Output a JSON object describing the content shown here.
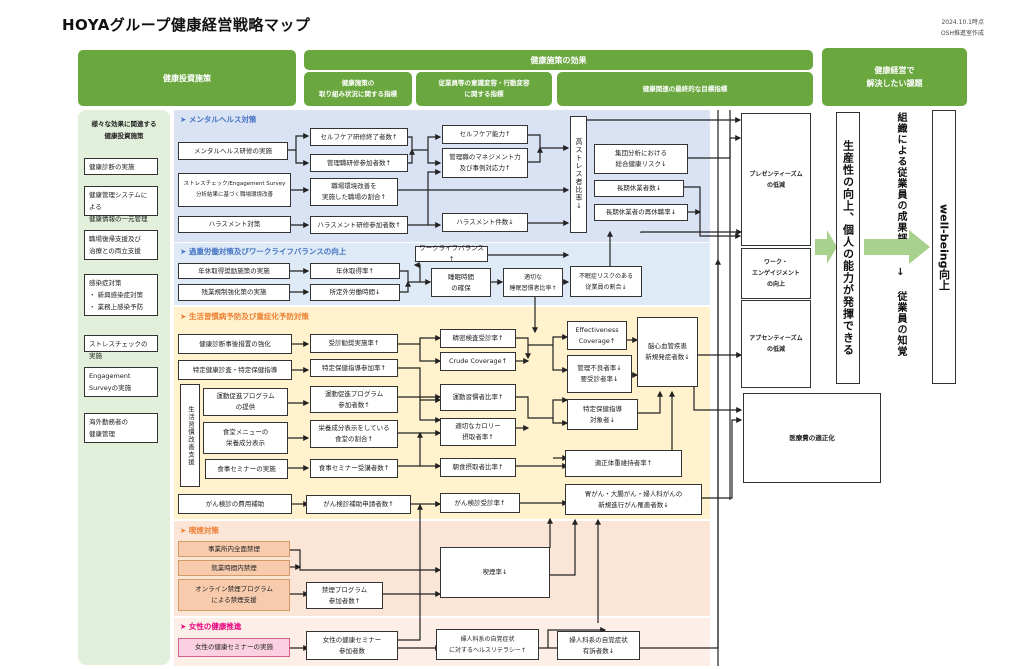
{
  "title": "HOYAグループ健康経営戦略マップ",
  "meta": {
    "date": "2024.10.1時点",
    "author": "OSH推進室作成"
  },
  "headers": {
    "investment": "健康投資施策",
    "effects": "健康施策の効果",
    "effects_sub": [
      "健康施策の\n取り組み状況に関する指標",
      "従業員等の意識変容・行動変容\nに関する指標",
      "健康関連の最終的な目標指標"
    ],
    "issues": "健康経営で\n解決したい課題"
  },
  "left_panel": {
    "title": "様々な効果に関連する\n健康投資施策",
    "items": [
      "健康診断の実施",
      "健康管理システムによる\n健康情報の一元管理",
      "職場復帰支援及び\n治療との両立支援",
      "感染症対策\n・ 新興感染症対策\n・ 業務上感染予防",
      "ストレスチェックの実施",
      "Engagement\nSurveyの実施",
      "海外勤務者の\n健康管理"
    ]
  },
  "colors": {
    "green": "#6aa83f",
    "left_panel": "#e2efda",
    "mental_band": "#dae3f3",
    "overwork_band": "#deebf7",
    "lifestyle_band": "#fff2cc",
    "smoking_band": "#fbe5d6",
    "women_band": "#fdeee8",
    "section_blue": "#4472c4",
    "section_orange": "#ed7d31",
    "section_pink": "#e6007e"
  },
  "sections": {
    "mental": "➤ メンタルヘルス対策",
    "overwork": "➤ 過重労働対策及びワークライフバランスの向上",
    "lifestyle": "➤ 生活習慣病予防及び重症化予防対策",
    "smoking": "➤ 喫煙対策",
    "women": "➤ 女性の健康推進"
  },
  "mental": {
    "m1": "メンタルヘルス研修の実施",
    "m2": "ストレスチェック/Engagement Survey\n分析結果に基づく職場環境改善",
    "m3": "ハラスメント対策",
    "k1": "セルフケア研修終了者数↑",
    "k2": "管理職研修参加者数↑",
    "k3": "職場環境改善を\n実施した職場の割合↑",
    "k4": "ハラスメント研修参加者数↑",
    "b1": "セルフケア能力↑",
    "b2": "管理職のマネジメント力\n及び事例対応力↑",
    "b3": "ハラスメント件数↓",
    "stress": "高ストレス者比率↓",
    "g1": "集団分析における\n総合健康リスク↓",
    "g2": "長期休業者数↓",
    "g3": "長期休業者の再休職率↓"
  },
  "overwork": {
    "m1": "年休取得奨励施策の実施",
    "m2": "残業規制強化策の実施",
    "k1": "年休取得率↑",
    "k2": "所定外労働時間↓",
    "wlb": "ワークライフバランス↑",
    "sleep": "睡眠時間\nの確保",
    "habit": "適切な\n睡眠習慣者比率↑",
    "insomnia": "不眠症リスクのある\n従業員の割合↓"
  },
  "lifestyle": {
    "m1": "健康診断事後措置の強化",
    "m2": "特定健康診査・特定保健指導",
    "support": "生活習慣改善支援",
    "m3": "運動促進プログラム\nの提供",
    "m4": "食堂メニューの\n栄養成分表示",
    "m5": "食事セミナーの実施",
    "m6": "がん検診の費用補助",
    "k1": "受診勧奨実施率↑",
    "k2": "特定保健指導参加率↑",
    "k3": "運動促進プログラム\n参加者数↑",
    "k4": "栄養成分表示をしている\n食堂の割合↑",
    "k5": "食事セミナー受講者数↑",
    "k6": "がん検診補助申請者数↑",
    "b1": "精密検査受診率↑",
    "b2": "Crude Coverage↑",
    "b3": "運動習慣者比率↑",
    "b4": "適切なカロリー\n摂取者率↑",
    "b5": "朝食摂取者比率↑",
    "b6": "がん検診受診率↑",
    "g1": "Effectiveness\nCoverage↑",
    "g2": "管理不良者率↓\n要受診者率↓",
    "g3": "特定保健指導\n対象者↓",
    "g4": "適正体重維持者率↑",
    "g5": "胃がん・大腸がん・婦人科がんの\n新規進行がん罹患者数↓",
    "g6": "脳心血管疾患\n新規発症者数↓"
  },
  "smoking": {
    "m1": "事業所内全面禁煙",
    "m2": "就業時間内禁煙",
    "m3": "オンライン禁煙プログラム\nによる禁煙支援",
    "k1": "禁煙プログラム\n参加者数↑",
    "rate": "喫煙率↓"
  },
  "women": {
    "m1": "女性の健康セミナーの実施",
    "k1": "女性の健康セミナー\n参加者数",
    "b1": "婦人科系の自覚症状\nに対するヘルスリテラシー↑",
    "g1": "婦人科系の自覚症状\n有訴者数↓"
  },
  "outcomes": {
    "presenteeism": "プレゼンティーズム\nの低減",
    "engagement": "ワーク・\nエンゲイジメント\nの向上",
    "absenteeism": "アブセンティーズム\nの低減",
    "medical": "医療費の適正化"
  },
  "issues": {
    "productivity": "生産性の向上、個人の能力が発揮できる",
    "evaluation": "組織による従業員の成果評価 ↓ 従業員の知覚",
    "wellbeing": "well-being向上"
  }
}
